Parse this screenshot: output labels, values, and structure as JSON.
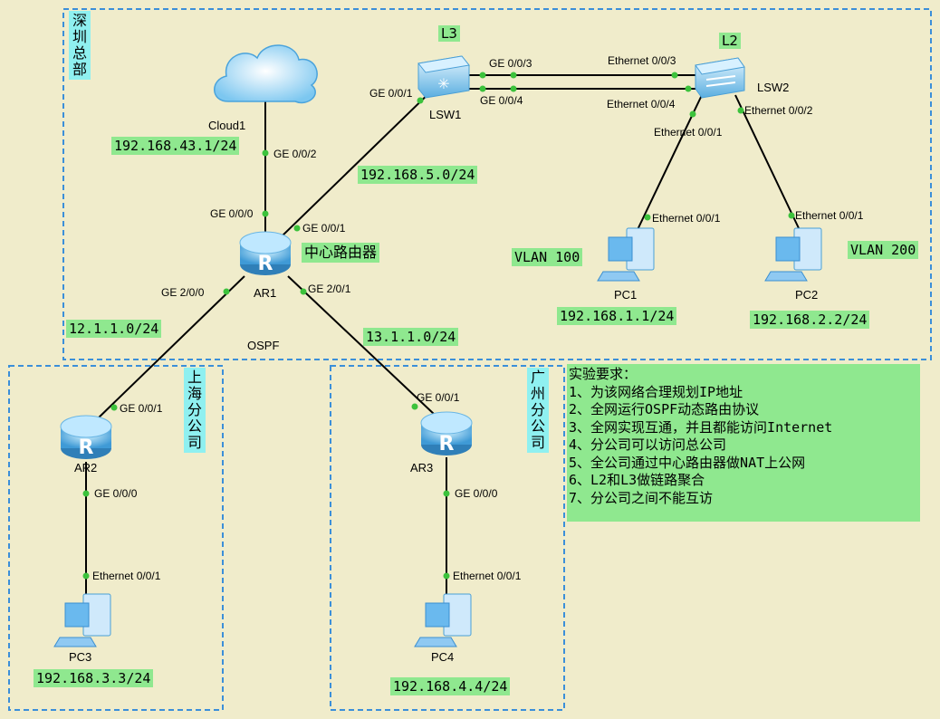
{
  "regions": {
    "shenzhen": "深圳总部",
    "shanghai": "上海分公司",
    "guangzhou": "广州分公司"
  },
  "devices": {
    "cloud1": "Cloud1",
    "ar1": "AR1",
    "ar1_cn": "中心路由器",
    "ar2": "AR2",
    "ar3": "AR3",
    "lsw1": "LSW1",
    "lsw2": "LSW2",
    "l3": "L3",
    "l2": "L2",
    "pc1": "PC1",
    "pc2": "PC2",
    "pc3": "PC3",
    "pc4": "PC4"
  },
  "ports": {
    "cloud_ge002": "GE 0/0/2",
    "ar1_ge000": "GE 0/0/0",
    "ar1_ge001": "GE 0/0/1",
    "ar1_ge200": "GE 2/0/0",
    "ar1_ge201": "GE 2/0/1",
    "lsw1_ge001": "GE 0/0/1",
    "lsw1_ge003": "GE 0/0/3",
    "lsw1_ge004": "GE 0/0/4",
    "lsw2_e003": "Ethernet 0/0/3",
    "lsw2_e004": "Ethernet 0/0/4",
    "lsw2_e001": "Ethernet 0/0/1",
    "lsw2_e002": "Ethernet 0/0/2",
    "pc1_e001": "Ethernet 0/0/1",
    "pc2_e001": "Ethernet 0/0/1",
    "ar2_ge001": "GE 0/0/1",
    "ar2_ge000": "GE 0/0/0",
    "ar3_ge001": "GE 0/0/1",
    "ar3_ge000": "GE 0/0/0",
    "pc3_e001": "Ethernet 0/0/1",
    "pc4_e001": "Ethernet 0/0/1"
  },
  "networks": {
    "cloud": "192.168.43.1/24",
    "lsw1": "192.168.5.0/24",
    "ar2_link": "12.1.1.0/24",
    "ar3_link": "13.1.1.0/24",
    "pc1": "192.168.1.1/24",
    "pc2": "192.168.2.2/24",
    "pc3": "192.168.3.3/24",
    "pc4": "192.168.4.4/24",
    "vlan100": "VLAN 100",
    "vlan200": "VLAN 200"
  },
  "protocol": "OSPF",
  "requirements": {
    "title": "实验要求：",
    "items": [
      "1、为该网络合理规划IP地址",
      "2、全网运行OSPF动态路由协议",
      "3、全网实现互通，并且都能访问Internet",
      "4、分公司可以访问总公司",
      "5、全公司通过中心路由器做NAT上公网",
      "6、L2和L3做链路聚合",
      "7、分公司之间不能互访"
    ]
  },
  "colors": {
    "background": "#f0eccb",
    "tag_green": "#8fe88f",
    "tag_cyan": "#8ff0f0",
    "region_border": "#3b8fd9",
    "link_dot": "#3cc23c"
  }
}
